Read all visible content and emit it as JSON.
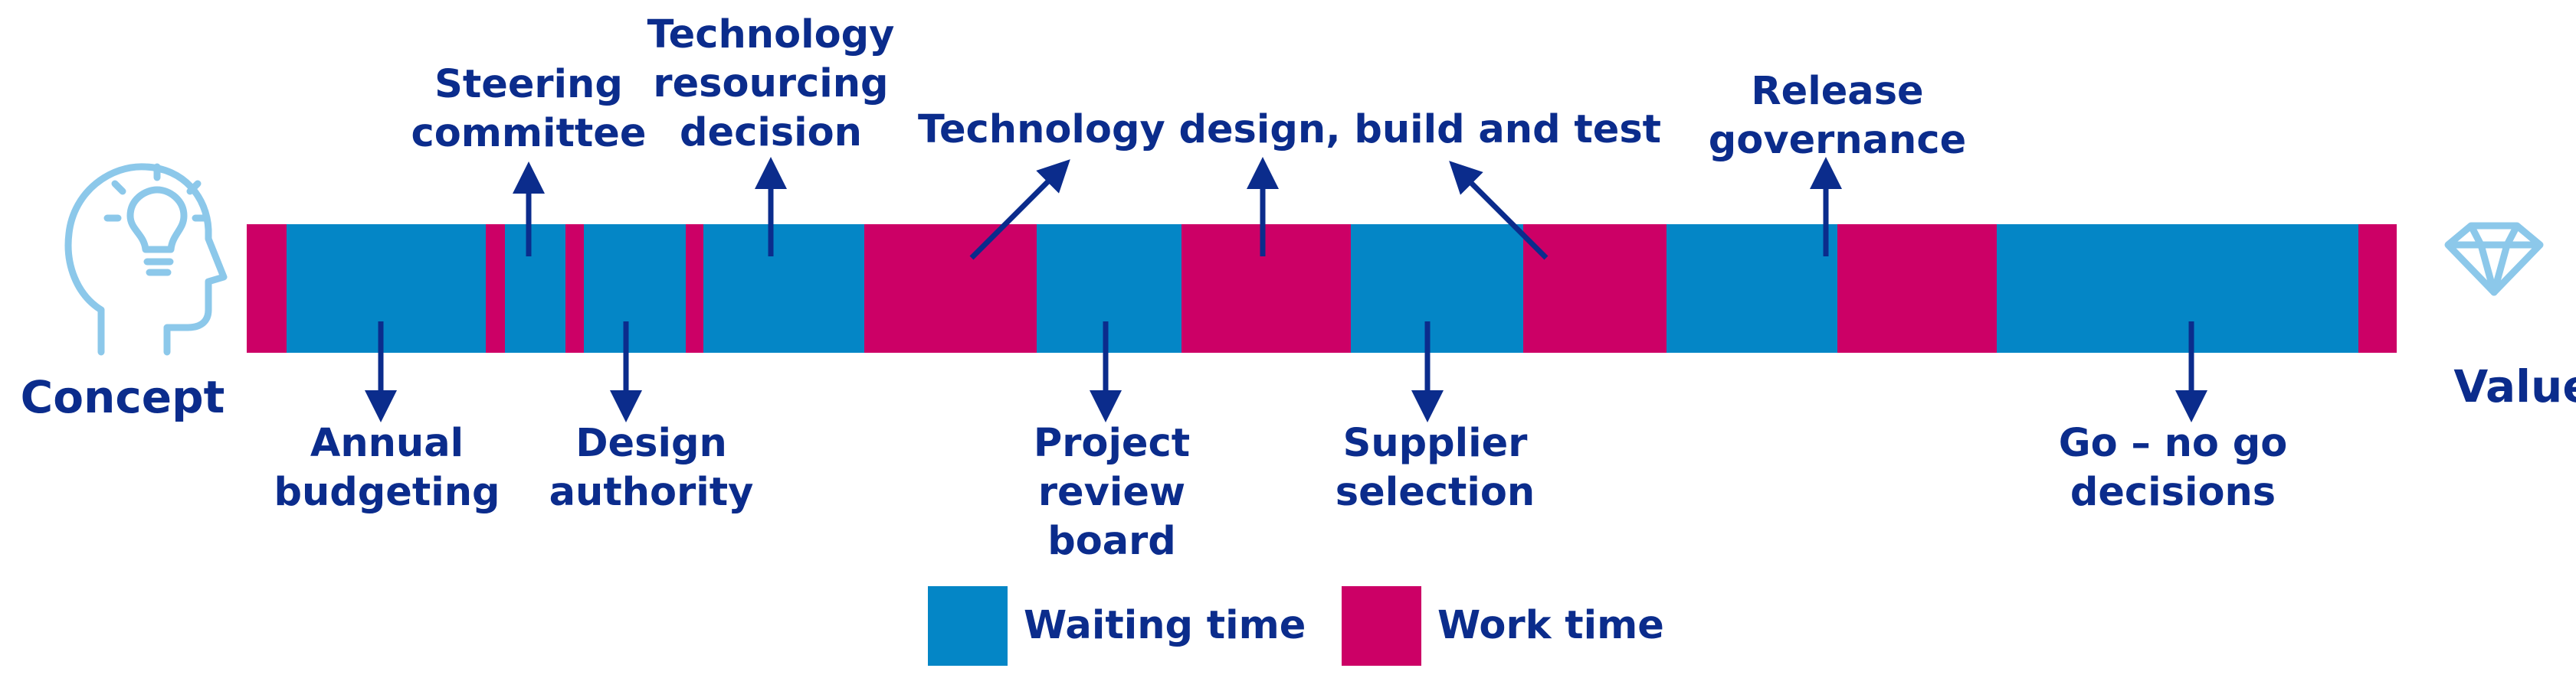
{
  "colors": {
    "waiting": "#0486c6",
    "work": "#cc0066",
    "text": "#0b2c8c",
    "icon": "#8cc8ea"
  },
  "timeline": {
    "segments": [
      {
        "type": "work"
      },
      {
        "type": "waiting"
      },
      {
        "type": "work"
      },
      {
        "type": "waiting"
      },
      {
        "type": "work"
      },
      {
        "type": "waiting"
      },
      {
        "type": "work"
      },
      {
        "type": "waiting"
      },
      {
        "type": "work"
      },
      {
        "type": "waiting"
      },
      {
        "type": "work"
      },
      {
        "type": "waiting"
      },
      {
        "type": "work"
      },
      {
        "type": "waiting"
      },
      {
        "type": "work"
      },
      {
        "type": "waiting"
      },
      {
        "type": "work"
      }
    ]
  },
  "start": {
    "label": "Concept",
    "icon": "head-lightbulb-icon"
  },
  "end": {
    "label": "Value",
    "icon": "diamond-icon"
  },
  "labels": {
    "steering_committee": [
      "Steering",
      "committee"
    ],
    "technology_resourcing": [
      "Technology",
      "resourcing",
      "decision"
    ],
    "technology_design": [
      "Technology design, build and test"
    ],
    "release_governance": [
      "Release",
      "governance"
    ],
    "annual_budgeting": [
      "Annual",
      "budgeting"
    ],
    "design_authority": [
      "Design",
      "authority"
    ],
    "project_review_board": [
      "Project",
      "review",
      "board"
    ],
    "supplier_selection": [
      "Supplier",
      "selection"
    ],
    "go_no_go": [
      "Go – no go",
      "decisions"
    ]
  },
  "legend": [
    {
      "key": "waiting",
      "label": "Waiting time"
    },
    {
      "key": "work",
      "label": "Work time"
    }
  ]
}
